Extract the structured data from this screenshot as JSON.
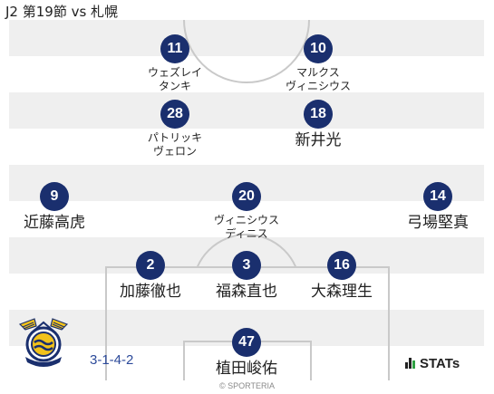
{
  "header": {
    "title": "J2 第19節 vs 札幌"
  },
  "formation": "3-1-4-2",
  "brand": "STATs",
  "copyright": "© SPORTERIA",
  "colors": {
    "number_badge": "#1a2f6e",
    "pitch_stripe": "#efefef",
    "pitch_line": "#c9c9c9",
    "formation_text": "#2c4a9a"
  },
  "players": [
    {
      "number": "11",
      "name": "ウェズレイ",
      "name2": "タンキ"
    },
    {
      "number": "10",
      "name": "マルクス",
      "name2": "ヴィニシウス"
    },
    {
      "number": "28",
      "name": "パトリッキ",
      "name2": "ヴェロン"
    },
    {
      "number": "18",
      "name": "新井光"
    },
    {
      "number": "9",
      "name": "近藤高虎"
    },
    {
      "number": "20",
      "name": "ヴィニシウス",
      "name2": "ディニス"
    },
    {
      "number": "14",
      "name": "弓場堅真"
    },
    {
      "number": "2",
      "name": "加藤徹也"
    },
    {
      "number": "3",
      "name": "福森直也"
    },
    {
      "number": "16",
      "name": "大森理生"
    },
    {
      "number": "47",
      "name": "植田峻佑"
    }
  ]
}
